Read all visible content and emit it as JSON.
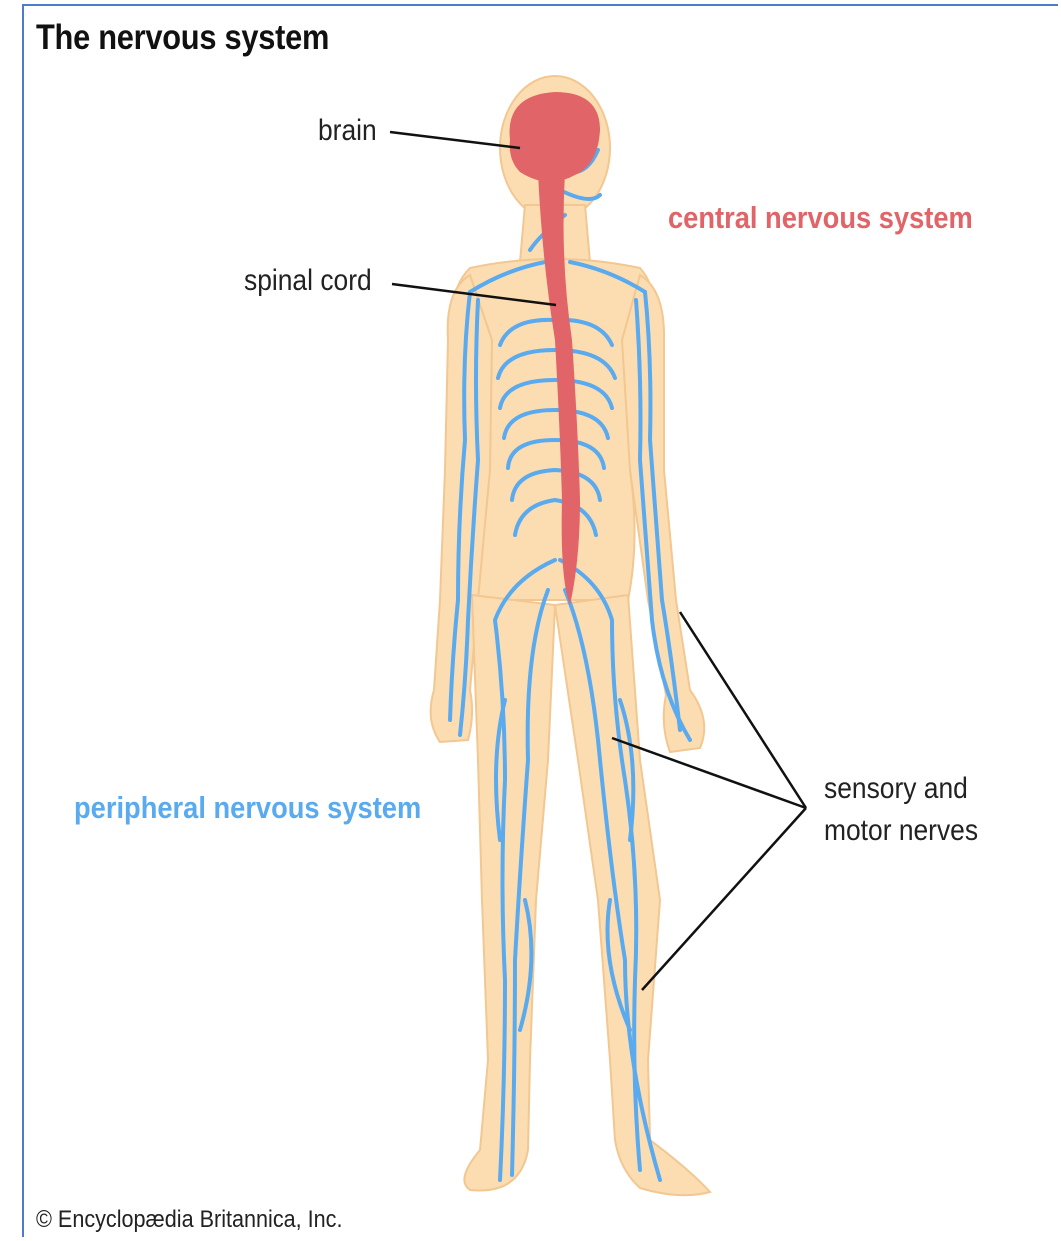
{
  "title": "The nervous system",
  "labels": {
    "brain": "brain",
    "spinal_cord": "spinal cord",
    "central": "central nervous system",
    "peripheral": "peripheral nervous system",
    "sensory_line1": "sensory and",
    "sensory_line2": "motor nerves"
  },
  "credit": "© Encyclopædia Britannica, Inc.",
  "colors": {
    "skin": "#fbddb1",
    "cns": "#e06468",
    "nerves": "#5aaaf0",
    "frame": "#4d7cc9"
  }
}
